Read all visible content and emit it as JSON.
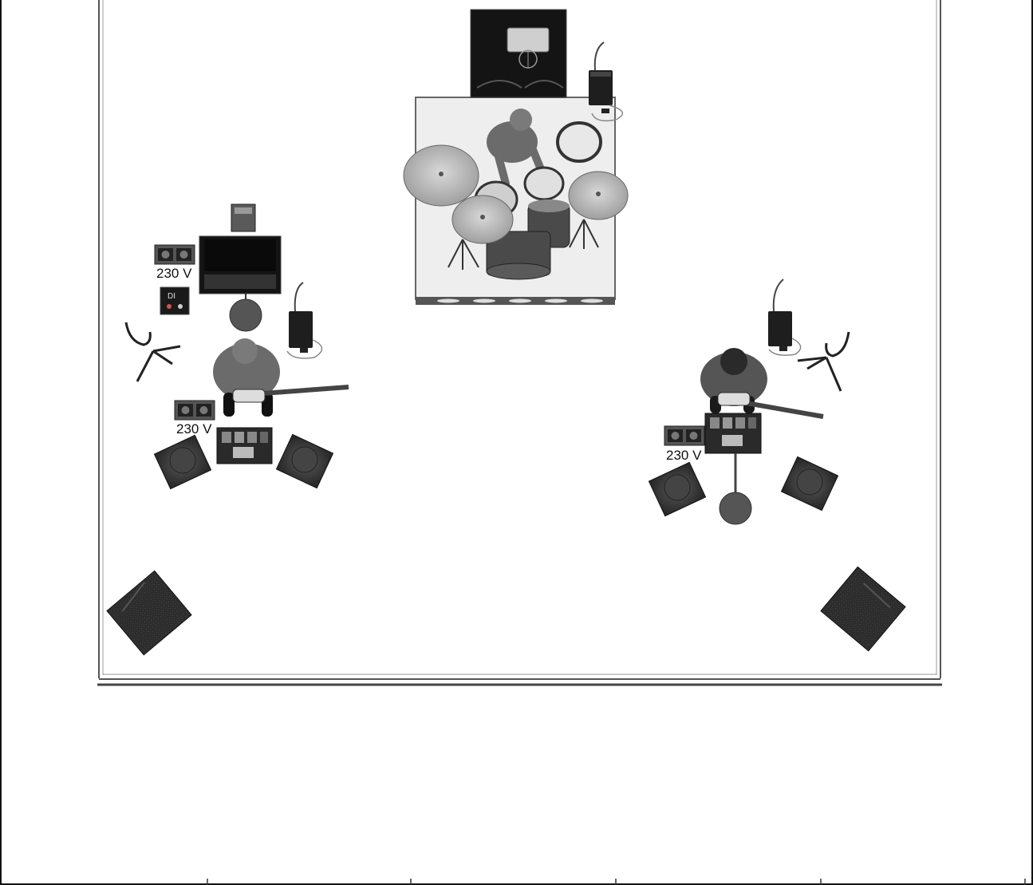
{
  "stage": {
    "power_outlets": [
      {
        "id": "outlet-left-top",
        "label": "230 V"
      },
      {
        "id": "outlet-left-bottom",
        "label": "230 V"
      },
      {
        "id": "outlet-right",
        "label": "230 V"
      }
    ],
    "di_box_label": "DI",
    "colors": {
      "stage_outline": "#555555",
      "riser": "#eeeeee",
      "equipment_dark": "#1c1c1c",
      "monitor": "#3a3a3a",
      "person": "#6b6b6b"
    },
    "icons": [
      "drum-kit-icon",
      "bass-amp-icon",
      "guitar-amp-icon",
      "wireless-pack-icon",
      "guitar-stand-icon",
      "mic-stand-icon",
      "pedalboard-icon",
      "wedge-monitor-icon",
      "main-speaker-icon",
      "power-outlet-icon",
      "di-box-icon",
      "musician-icon"
    ]
  }
}
